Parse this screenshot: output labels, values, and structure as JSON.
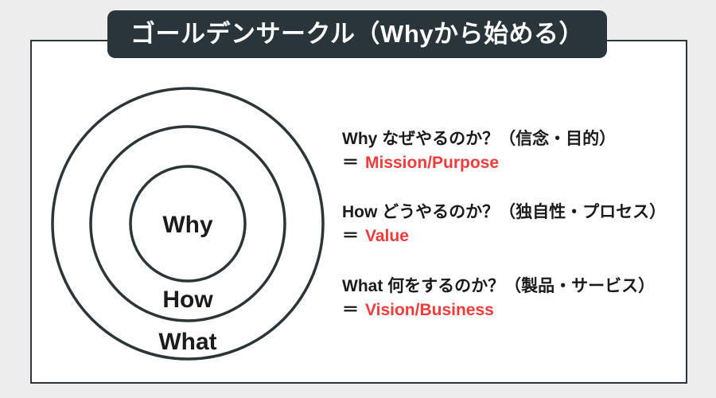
{
  "page": {
    "background_color": "#ededee",
    "card_border_color": "#2b353a"
  },
  "title_banner": {
    "text": "ゴールデンサークル（Whyから始める）",
    "background_color": "#2a343b",
    "text_color": "#ffffff"
  },
  "diagram": {
    "type": "concentric-circles",
    "stroke_color": "#2b353a",
    "rings": [
      {
        "label": "Why",
        "position": "inner"
      },
      {
        "label": "How",
        "position": "middle"
      },
      {
        "label": "What",
        "position": "outer"
      }
    ]
  },
  "legend": {
    "accent_color": "#f43b3b",
    "items": [
      {
        "keyword": "Why",
        "line1": "Why なぜやるのか？（信念・目的）",
        "equals": "＝",
        "value": "Mission/Purpose"
      },
      {
        "keyword": "How",
        "line1": "How どうやるのか？（独自性・プロセス）",
        "equals": "＝",
        "value": "Value"
      },
      {
        "keyword": "What",
        "line1": "What 何をするのか？（製品・サービス）",
        "equals": "＝",
        "value": "Vision/Business"
      }
    ]
  }
}
